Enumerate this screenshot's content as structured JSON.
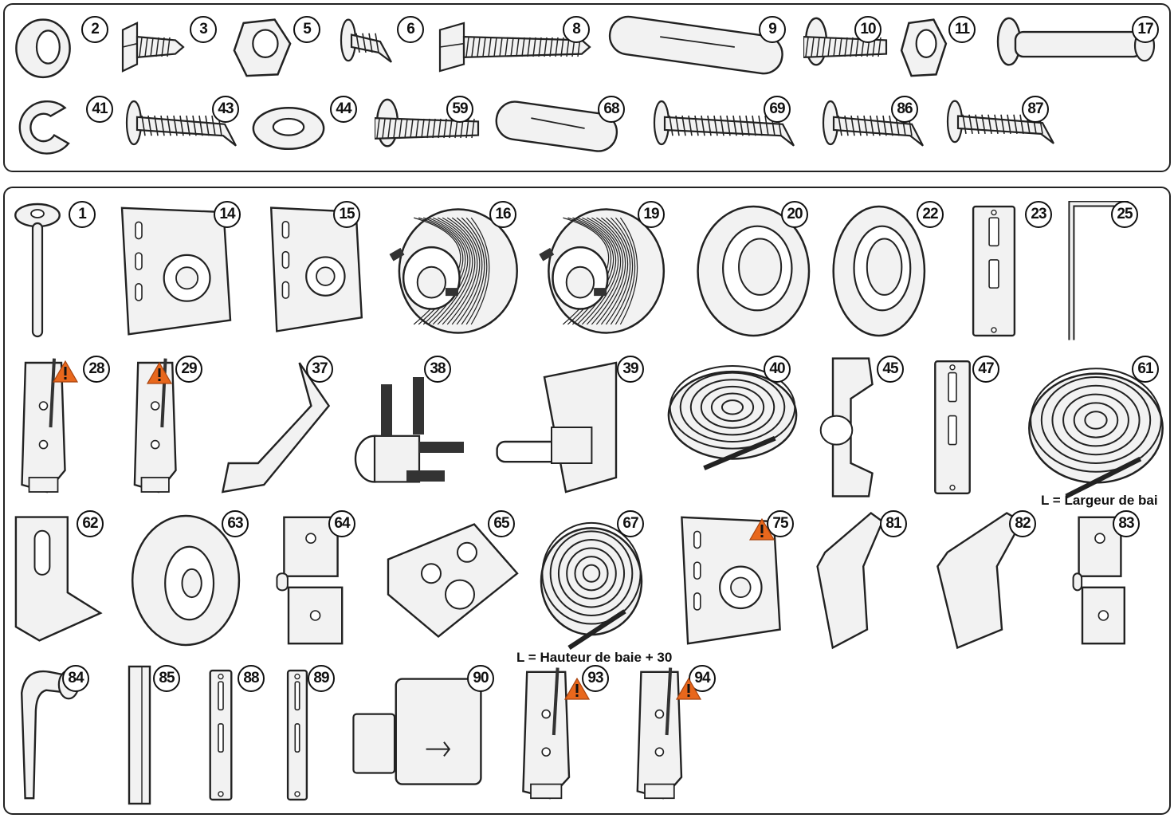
{
  "top_parts": [
    {
      "id": "2",
      "shape": "ring"
    },
    {
      "id": "3",
      "shape": "screw-hex"
    },
    {
      "id": "5",
      "shape": "nut"
    },
    {
      "id": "6",
      "shape": "screw-flat"
    },
    {
      "id": "8",
      "shape": "bolt-long"
    },
    {
      "id": "9",
      "shape": "anchor-long"
    },
    {
      "id": "10",
      "shape": "carriage-bolt"
    },
    {
      "id": "11",
      "shape": "locknut"
    },
    {
      "id": "17",
      "shape": "sleeve-anchor"
    },
    {
      "id": "41",
      "shape": "c-clip"
    },
    {
      "id": "43",
      "shape": "lag-screw"
    },
    {
      "id": "44",
      "shape": "washer"
    },
    {
      "id": "59",
      "shape": "carriage-bolt"
    },
    {
      "id": "68",
      "shape": "plug"
    },
    {
      "id": "69",
      "shape": "wood-screw"
    },
    {
      "id": "86",
      "shape": "sheet-screw"
    },
    {
      "id": "87",
      "shape": "sheet-screw"
    }
  ],
  "bottom_parts": [
    {
      "id": "1",
      "shape": "roller"
    },
    {
      "id": "14",
      "shape": "spring-bracket"
    },
    {
      "id": "15",
      "shape": "bearing-bracket"
    },
    {
      "id": "16",
      "shape": "drum"
    },
    {
      "id": "19",
      "shape": "drum"
    },
    {
      "id": "20",
      "shape": "flange-ring"
    },
    {
      "id": "22",
      "shape": "cap"
    },
    {
      "id": "23",
      "shape": "hinge-plate"
    },
    {
      "id": "25",
      "shape": "angle-rail"
    },
    {
      "id": "28",
      "shape": "bottom-bracket",
      "warning": true
    },
    {
      "id": "29",
      "shape": "bottom-bracket",
      "warning": true
    },
    {
      "id": "37",
      "shape": "strut"
    },
    {
      "id": "38",
      "shape": "coupler"
    },
    {
      "id": "39",
      "shape": "latch"
    },
    {
      "id": "40",
      "shape": "cable"
    },
    {
      "id": "45",
      "shape": "clip-bracket"
    },
    {
      "id": "47",
      "shape": "strap"
    },
    {
      "id": "61",
      "shape": "spring-coil"
    },
    {
      "id": "62",
      "shape": "angle-plate"
    },
    {
      "id": "63",
      "shape": "wheel"
    },
    {
      "id": "64",
      "shape": "hinge"
    },
    {
      "id": "65",
      "shape": "plate-box"
    },
    {
      "id": "67",
      "shape": "spring-coil"
    },
    {
      "id": "75",
      "shape": "end-bracket",
      "warning": true
    },
    {
      "id": "81",
      "shape": "profile"
    },
    {
      "id": "82",
      "shape": "profile"
    },
    {
      "id": "83",
      "shape": "hinge"
    },
    {
      "id": "84",
      "shape": "handle"
    },
    {
      "id": "85",
      "shape": "square-bar"
    },
    {
      "id": "88",
      "shape": "strike-plate"
    },
    {
      "id": "89",
      "shape": "strike-plate-long"
    },
    {
      "id": "90",
      "shape": "lock-box"
    },
    {
      "id": "93",
      "shape": "bottom-bracket-cable",
      "warning": true
    },
    {
      "id": "94",
      "shape": "bottom-bracket-cable",
      "warning": true
    }
  ],
  "notes": {
    "width_note": "L = Largeur de bai",
    "height_note": "L = Hauteur de baie + 30"
  },
  "colors": {
    "outline": "#222222",
    "part_fill": "#f2f2f2",
    "warning": "#e8671c"
  },
  "icons": {
    "warning": "warning-triangle-icon"
  }
}
